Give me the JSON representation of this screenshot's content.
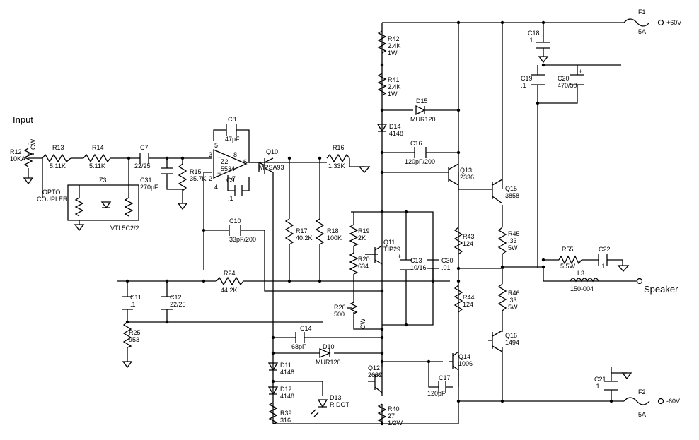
{
  "terminals": {
    "input": "Input",
    "speaker": "Speaker",
    "pos_supply": "+60V",
    "neg_supply": "-60V"
  },
  "components": [
    {
      "ref": "R12",
      "value": "10KA"
    },
    {
      "ref": "R13",
      "value": "5.11K"
    },
    {
      "ref": "R14",
      "value": "5.11K"
    },
    {
      "ref": "C7",
      "value": "22/25"
    },
    {
      "ref": "C31",
      "value": "270pF"
    },
    {
      "ref": "R15",
      "value": "35.7K"
    },
    {
      "ref": "C8",
      "value": "47pF"
    },
    {
      "ref": "Z2",
      "value": "5534"
    },
    {
      "ref": "C9",
      "value": ".1"
    },
    {
      "ref": "Q10",
      "value": "MPSA93"
    },
    {
      "ref": "R16",
      "value": "1.33K"
    },
    {
      "ref": "Z3",
      "value": "VTL5C2/2"
    },
    {
      "ref": "C10",
      "value": "33pF/200"
    },
    {
      "ref": "R17",
      "value": "40.2K"
    },
    {
      "ref": "R18",
      "value": "100K"
    },
    {
      "ref": "R24",
      "value": "44.2K"
    },
    {
      "ref": "C11",
      "value": ".1"
    },
    {
      "ref": "C12",
      "value": "22/25"
    },
    {
      "ref": "R25",
      "value": "953"
    },
    {
      "ref": "R42",
      "value": "2.4K",
      "extra": "1W"
    },
    {
      "ref": "R41",
      "value": "2.4K",
      "extra": "1W"
    },
    {
      "ref": "D15",
      "value": "MUR120"
    },
    {
      "ref": "D14",
      "value": "4148"
    },
    {
      "ref": "C16",
      "value": "120pF/200"
    },
    {
      "ref": "Q13",
      "value": "2336"
    },
    {
      "ref": "R19",
      "value": "2K"
    },
    {
      "ref": "Q11",
      "value": "TIP29"
    },
    {
      "ref": "R20",
      "value": "634"
    },
    {
      "ref": "C13",
      "value": "10/16"
    },
    {
      "ref": "C30",
      "value": ".01"
    },
    {
      "ref": "R26",
      "value": "500"
    },
    {
      "ref": "C14",
      "value": "68pF"
    },
    {
      "ref": "D10",
      "value": "MUR120"
    },
    {
      "ref": "D11",
      "value": "4148"
    },
    {
      "ref": "D12",
      "value": "4148"
    },
    {
      "ref": "Q12",
      "value": "2682"
    },
    {
      "ref": "D13",
      "value": "R DOT"
    },
    {
      "ref": "R39",
      "value": "316"
    },
    {
      "ref": "R40",
      "value": "27",
      "extra": "1/2W"
    },
    {
      "ref": "Q14",
      "value": "1006"
    },
    {
      "ref": "C17",
      "value": "120pF"
    },
    {
      "ref": "R43",
      "value": "124"
    },
    {
      "ref": "R44",
      "value": "124"
    },
    {
      "ref": "Q15",
      "value": "3858"
    },
    {
      "ref": "R45",
      "value": ".33",
      "extra": "5W"
    },
    {
      "ref": "R46",
      "value": ".33",
      "extra": "5W"
    },
    {
      "ref": "Q16",
      "value": "1494"
    },
    {
      "ref": "C18",
      "value": ".1"
    },
    {
      "ref": "C19",
      "value": ".1"
    },
    {
      "ref": "C20",
      "value": "470/50"
    },
    {
      "ref": "F1",
      "value": "5A"
    },
    {
      "ref": "F2",
      "value": "5A"
    },
    {
      "ref": "C21",
      "value": ".1"
    },
    {
      "ref": "R55",
      "value": "5 5W"
    },
    {
      "ref": "C22",
      "value": ".1"
    },
    {
      "ref": "L3",
      "value": "150-004"
    }
  ],
  "notes": {
    "opto_line1": "OPTO",
    "opto_line2": "COUPLER",
    "cw": "CW",
    "plus": "+",
    "minus": "−",
    "pin2": "2",
    "pin3": "3",
    "pin4": "4",
    "pin5": "5",
    "pin6": "6",
    "pin7": "7",
    "pin8": "8"
  }
}
